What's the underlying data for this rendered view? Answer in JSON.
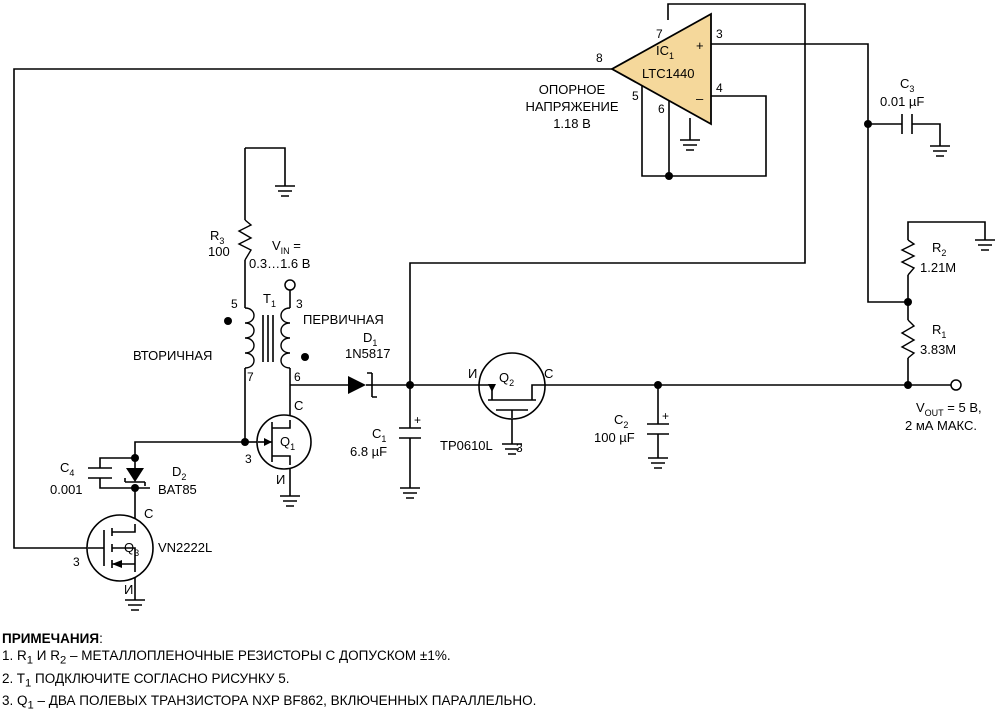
{
  "ic1": {
    "ref": "IC",
    "ref_sub": "1",
    "part": "LTC1440",
    "color": "#f5d89b",
    "pins": {
      "p3": "3",
      "p4": "4",
      "p5": "5",
      "p6": "6",
      "p7": "7",
      "p8": "8",
      "plus": "+",
      "minus": "–"
    }
  },
  "vref": {
    "line1": "ОПОРНОЕ",
    "line2": "НАПРЯЖЕНИЕ",
    "line3": "1.18 В"
  },
  "c3": {
    "ref": "C",
    "sub": "3",
    "value": "0.01 µF"
  },
  "r2": {
    "ref": "R",
    "sub": "2",
    "value": "1.21M"
  },
  "r1": {
    "ref": "R",
    "sub": "1",
    "value": "3.83M"
  },
  "r3": {
    "ref": "R",
    "sub": "3",
    "value": "100"
  },
  "vin": {
    "label": "V",
    "sub": "IN",
    "eq": " =",
    "range": "0.3…1.6 В"
  },
  "t1": {
    "ref": "T",
    "sub": "1",
    "primary": "ПЕРВИЧНАЯ",
    "secondary": "ВТОРИЧНАЯ",
    "pin3": "3",
    "pin5": "5",
    "pin6": "6",
    "pin7": "7"
  },
  "d1": {
    "ref": "D",
    "sub": "1",
    "part": "1N5817"
  },
  "c1": {
    "ref": "C",
    "sub": "1",
    "value": "6.8 µF",
    "plus": "+"
  },
  "q2": {
    "ref": "Q",
    "sub": "2",
    "part": "TP0610L",
    "source": "И",
    "drain": "С",
    "gate": "3"
  },
  "c2": {
    "ref": "C",
    "sub": "2",
    "value": "100 µF",
    "plus": "+"
  },
  "vout": {
    "label": "V",
    "sub": "OUT",
    "eq": " = 5 В,",
    "line2": "2 мА МАКС."
  },
  "q1": {
    "ref": "Q",
    "sub": "1",
    "drain": "С",
    "source": "И",
    "gate": "3"
  },
  "c4": {
    "ref": "C",
    "sub": "4",
    "value": "0.001"
  },
  "d2": {
    "ref": "D",
    "sub": "2",
    "part": "BAT85"
  },
  "q3": {
    "ref": "Q",
    "sub": "3",
    "part": "VN2222L",
    "drain": "С",
    "source": "И",
    "gate": "3"
  },
  "notes": {
    "title": "ПРИМЕЧАНИЯ",
    "colon": ":",
    "n1_a": "1. R",
    "n1_s1": "1",
    "n1_b": " И R",
    "n1_s2": "2",
    "n1_c": " – МЕТАЛЛОПЛЕНОЧНЫЕ РЕЗИСТОРЫ С ДОПУСКОМ ±1%.",
    "n2_a": "2. T",
    "n2_s1": "1",
    "n2_b": " ПОДКЛЮЧИТЕ СОГЛАСНО РИСУНКУ 5.",
    "n3_a": "3. Q",
    "n3_s1": "1",
    "n3_b": " – ДВА ПОЛЕВЫХ ТРАНЗИСТОРА NXP BF862, ВКЛЮЧЕННЫХ ПАРАЛЛЕЛЬНО."
  }
}
